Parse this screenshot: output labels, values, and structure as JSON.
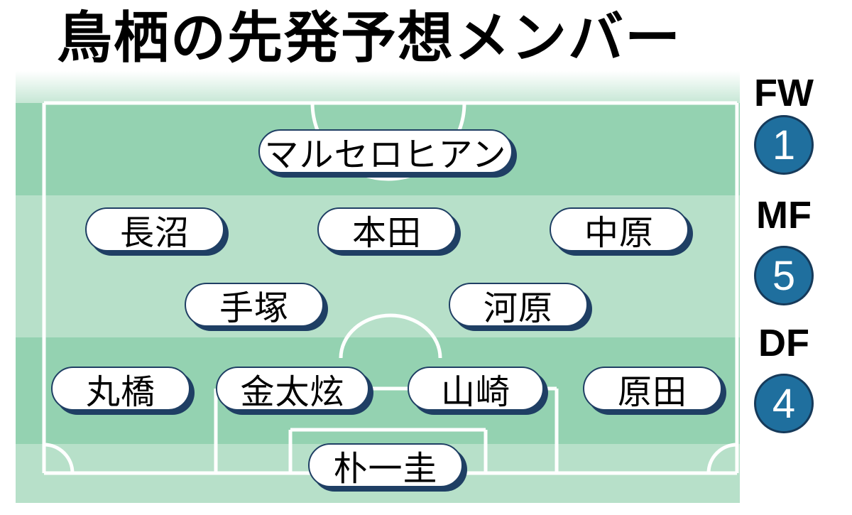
{
  "title": "鳥栖の先発予想メンバー",
  "formation": {
    "fw": {
      "label": "FW",
      "count": "1"
    },
    "mf": {
      "label": "MF",
      "count": "5"
    },
    "df": {
      "label": "DF",
      "count": "4"
    }
  },
  "players": {
    "fw1": "マルセロヒアン",
    "mf_left": "長沼",
    "mf_center": "本田",
    "mf_right": "中原",
    "dmf_left": "手塚",
    "dmf_right": "河原",
    "df1": "丸橋",
    "df2": "金太炫",
    "df3": "山崎",
    "df4": "原田",
    "gk": "朴一圭"
  },
  "colors": {
    "badge": "#1f6f9e",
    "pill_border": "#1f3f64",
    "field_light": "#c3e5d2",
    "field_dark": "#96d3b3"
  }
}
